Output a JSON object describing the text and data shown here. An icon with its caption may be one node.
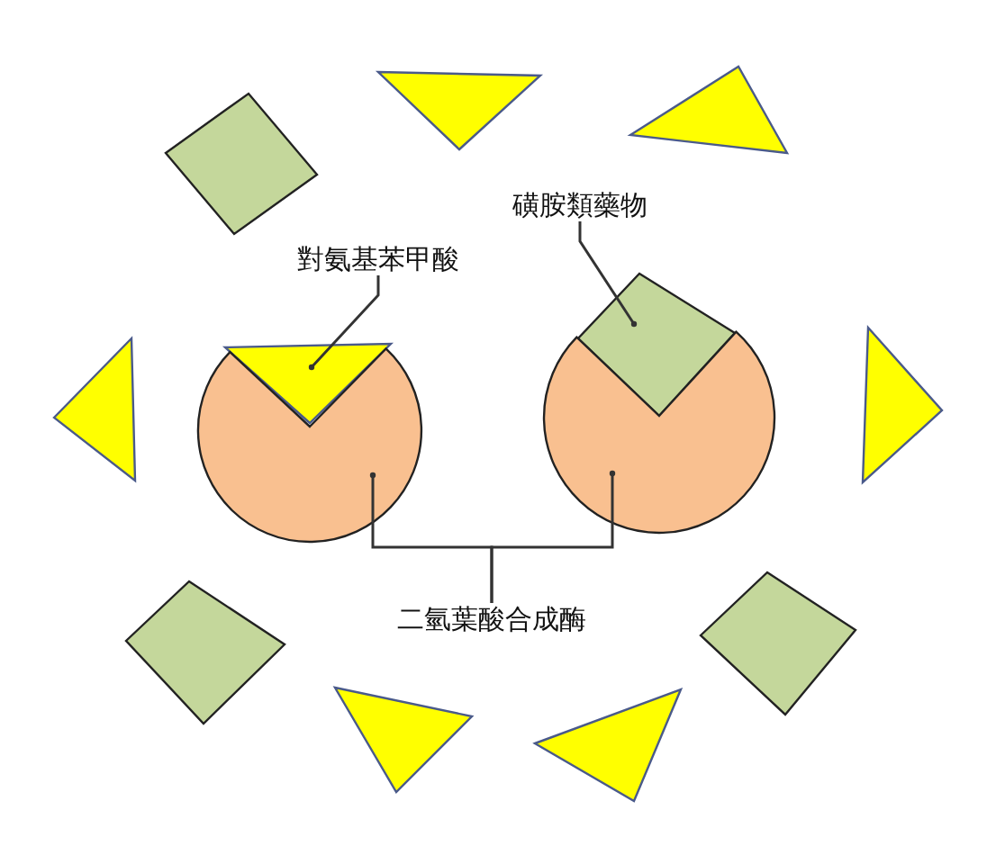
{
  "diagram": {
    "nodes": [
      {
        "text": [
          "對氨基苯甲酸"
        ]
      },
      {
        "text": [
          "磺胺類藥物"
        ]
      },
      {
        "text": [
          "二氫葉酸合成酶"
        ]
      },
      {
        "text": [],
        "shape": "triangle"
      },
      {
        "text": [],
        "shape": "diamond"
      },
      {
        "text": [],
        "shape": "circle"
      },
      {
        "text": [],
        "shape": "circle"
      },
      {
        "text": [],
        "shape": "diamond"
      },
      {
        "text": [],
        "shape": "triangle"
      },
      {
        "text": [],
        "shape": "triangle"
      },
      {
        "text": [],
        "shape": "triangle"
      },
      {
        "text": [],
        "shape": "triangle"
      },
      {
        "text": [],
        "shape": "diamond"
      },
      {
        "text": [],
        "shape": "diamond"
      },
      {
        "text": [],
        "shape": "triangle"
      },
      {
        "text": [],
        "shape": "triangle"
      }
    ],
    "edges": [
      {
        "from": 0,
        "to": 3,
        "arrow": "other"
      },
      {
        "from": 1,
        "to": 4,
        "arrow": "other"
      },
      {
        "from": 2,
        "to": 5,
        "arrow": "other"
      },
      {
        "from": 2,
        "to": 6,
        "arrow": "other"
      }
    ]
  }
}
